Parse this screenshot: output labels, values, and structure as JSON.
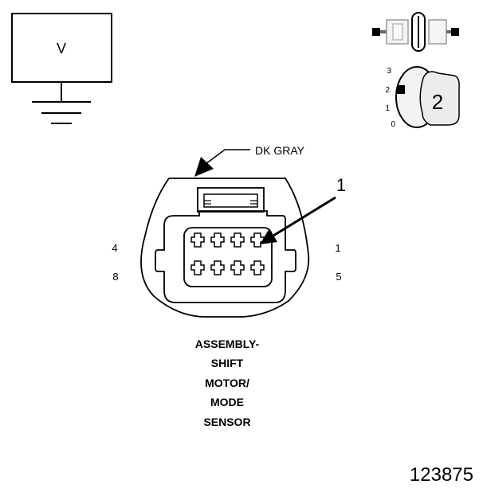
{
  "voltmeter": {
    "label": "V"
  },
  "ignition_key": {
    "positions": [
      "3",
      "2",
      "1",
      "0"
    ],
    "selected_position": "2",
    "key_label": "2"
  },
  "connector": {
    "wire_color": "DK GRAY",
    "callout_number": "1",
    "pin_labels": {
      "top_left": "4",
      "bottom_left": "8",
      "top_right": "1",
      "bottom_right": "5"
    },
    "cavity_rows": 2,
    "cavity_cols": 4
  },
  "component_name": [
    "ASSEMBLY-",
    "SHIFT",
    "MOTOR/",
    "MODE",
    "SENSOR"
  ],
  "figure_id": "123875"
}
